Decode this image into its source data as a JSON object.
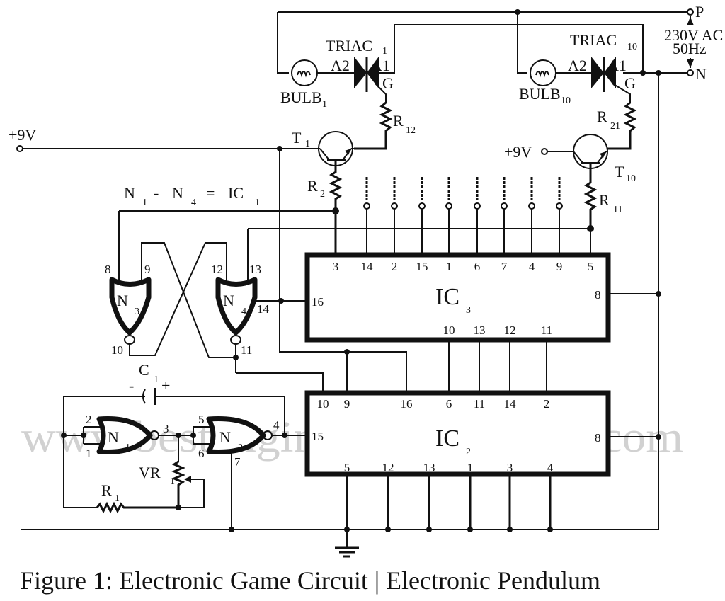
{
  "figure": {
    "caption": "Figure 1: Electronic Game Circuit | Electronic Pendulum",
    "watermark": "www.bestengineeringprojects.com"
  },
  "supply": {
    "ac_label": "230V AC",
    "ac_freq": "50Hz",
    "phase_terminal": "P",
    "neutral_terminal": "N",
    "dc_left": "+9V",
    "dc_right": "+9V"
  },
  "ic_equation": {
    "n1": "N",
    "s1": "1",
    "dash": "-",
    "n4": "N",
    "s4": "4",
    "eq": "=",
    "ic": "IC",
    "sic": "1"
  },
  "components": {
    "triac1": {
      "name": "TRIAC",
      "sub": "1",
      "a2": "A2",
      "a1": "A1",
      "g": "G"
    },
    "triac10": {
      "name": "TRIAC",
      "sub": "10",
      "a2": "A2",
      "a1": "A1",
      "g": "G"
    },
    "bulb1": {
      "name": "BULB",
      "sub": "1"
    },
    "bulb10": {
      "name": "BULB",
      "sub": "10"
    },
    "r12": {
      "name": "R",
      "sub": "12"
    },
    "r21": {
      "name": "R",
      "sub": "21"
    },
    "t1": {
      "name": "T",
      "sub": "1"
    },
    "t10": {
      "name": "T",
      "sub": "10"
    },
    "r2": {
      "name": "R",
      "sub": "2"
    },
    "r11": {
      "name": "R",
      "sub": "11"
    },
    "r1": {
      "name": "R",
      "sub": "1"
    },
    "vr1": {
      "name": "VR",
      "sub": "1"
    },
    "c1": {
      "name": "C",
      "sub": "1",
      "neg": "-",
      "pos": "+"
    }
  },
  "gates": {
    "n1": {
      "name": "N",
      "sub": "1",
      "pins": [
        "2",
        "1",
        "3"
      ]
    },
    "n2": {
      "name": "N",
      "sub": "2",
      "pins": [
        "5",
        "6",
        "4",
        "7"
      ]
    },
    "n3": {
      "name": "N",
      "sub": "3",
      "pins": [
        "8",
        "9",
        "10"
      ]
    },
    "n4": {
      "name": "N",
      "sub": "4",
      "pins": [
        "12",
        "13",
        "11",
        "14"
      ]
    }
  },
  "ic3": {
    "name": "IC",
    "sub": "3",
    "top_pins": [
      "3",
      "14",
      "2",
      "15",
      "1",
      "6",
      "7",
      "4",
      "9",
      "5"
    ],
    "left_pin": "16",
    "right_pin": "8",
    "bottom_pins": [
      "10",
      "13",
      "12",
      "11"
    ]
  },
  "ic2": {
    "name": "IC",
    "sub": "2",
    "top_pins": [
      "10",
      "9",
      "16",
      "6",
      "11",
      "14",
      "2"
    ],
    "left_pin": "15",
    "right_pin": "8",
    "bottom_pins": [
      "5",
      "12",
      "13",
      "1",
      "3",
      "4"
    ]
  }
}
